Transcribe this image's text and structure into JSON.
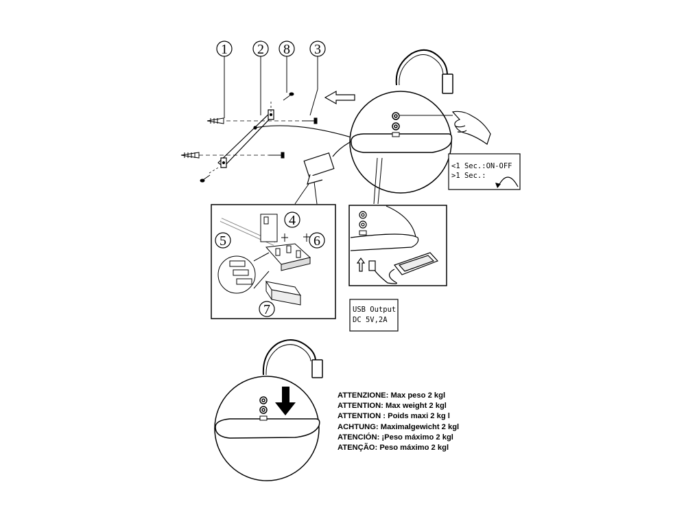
{
  "callouts": {
    "c1": "1",
    "c2": "2",
    "c8": "8",
    "c3": "3",
    "c4": "4",
    "c5": "5",
    "c6": "6",
    "c7": "7"
  },
  "touch_box": {
    "line1": "<1 Sec.:ON-OFF",
    "line2": ">1 Sec.:"
  },
  "usb_box": {
    "line1": "USB Output",
    "line2": "DC 5V,2A"
  },
  "warnings": [
    "ATTENZIONE: Max peso 2 kgl",
    "ATTENTION: Max weight 2 kgl",
    "ATTENTION : Poids maxi 2 kg l",
    "ACHTUNG: Maximalgewicht 2 kgl",
    "ATENCIÓN: ¡Peso máximo 2 kgl",
    "ATENÇÃO: Peso máximo 2 kgl"
  ]
}
